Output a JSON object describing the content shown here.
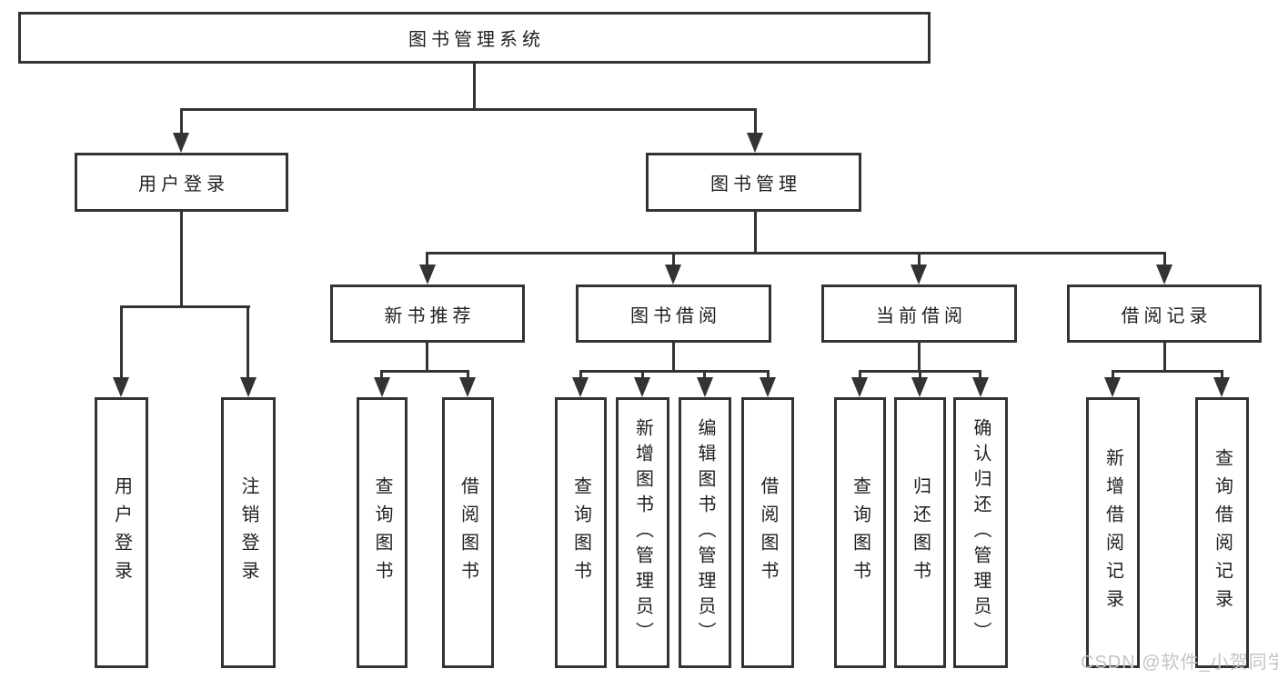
{
  "root": {
    "label": "图书管理系统"
  },
  "user_branch": {
    "label": "用户登录",
    "children": [
      "用户登录",
      "注销登录"
    ]
  },
  "mgmt_branch": {
    "label": "图书管理",
    "modules": [
      {
        "label": "新书推荐",
        "children": [
          "查询图书",
          "借阅图书"
        ]
      },
      {
        "label": "图书借阅",
        "children": [
          "查询图书",
          "新增图书（管理员）",
          "编辑图书（管理员）",
          "借阅图书"
        ]
      },
      {
        "label": "当前借阅",
        "children": [
          "查询图书",
          "归还图书",
          "确认归还（管理员）"
        ]
      },
      {
        "label": "借阅记录",
        "children": [
          "新增借阅记录",
          "查询借阅记录"
        ]
      }
    ]
  },
  "watermark": "CSDN @软件_小贺同学",
  "colors": {
    "line": "#333333",
    "text": "#1f1f1f",
    "watermark": "#c4c4c4",
    "background": "#ffffff"
  }
}
